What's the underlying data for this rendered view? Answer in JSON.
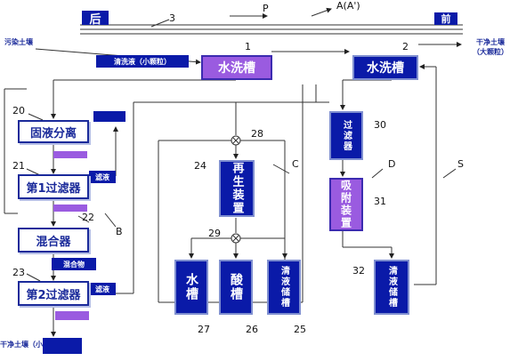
{
  "header": {
    "back_label": "后",
    "front_label": "前",
    "ref_3": "3",
    "ref_p": "P",
    "ref_a": "A(A')"
  },
  "soil": {
    "contaminated": "污染土壤",
    "dry_clean_large": "干净土壤\n（大颗粒）",
    "dry_clean_small": "干净土壤（小颗粒）"
  },
  "tags": {
    "wash_liquid_small": "清洗液（小颗粒）",
    "filtrate_1": "滤液",
    "mixture": "混合物",
    "filtrate_2": "滤液"
  },
  "nodes": {
    "wash_tank_1": "水洗槽",
    "wash_tank_2": "水洗槽",
    "solid_liquid": "固液分离",
    "filter_1": "第1过滤器",
    "mixer": "混合器",
    "filter_2": "第2过滤器",
    "regen": "再生装置",
    "water_tank": "水槽",
    "acid_tank": "酸槽",
    "wash_store_1": "清液储槽",
    "filter_30": "过滤器",
    "adsorb": "吸附装置",
    "wash_store_2": "清液储槽"
  },
  "refs": {
    "n1": "1",
    "n2": "2",
    "n20": "20",
    "n21": "21",
    "n22": "22",
    "n23": "23",
    "n24": "24",
    "n25": "25",
    "n26": "26",
    "n27": "27",
    "n28": "28",
    "n29": "29",
    "n30": "30",
    "n31": "31",
    "n32": "32",
    "b": "B",
    "c": "C",
    "d": "D",
    "s": "S"
  },
  "colors": {
    "dark_blue": "#0a1aa8",
    "purple": "#9a5be0",
    "outline_blue": "#1a2a9a"
  }
}
